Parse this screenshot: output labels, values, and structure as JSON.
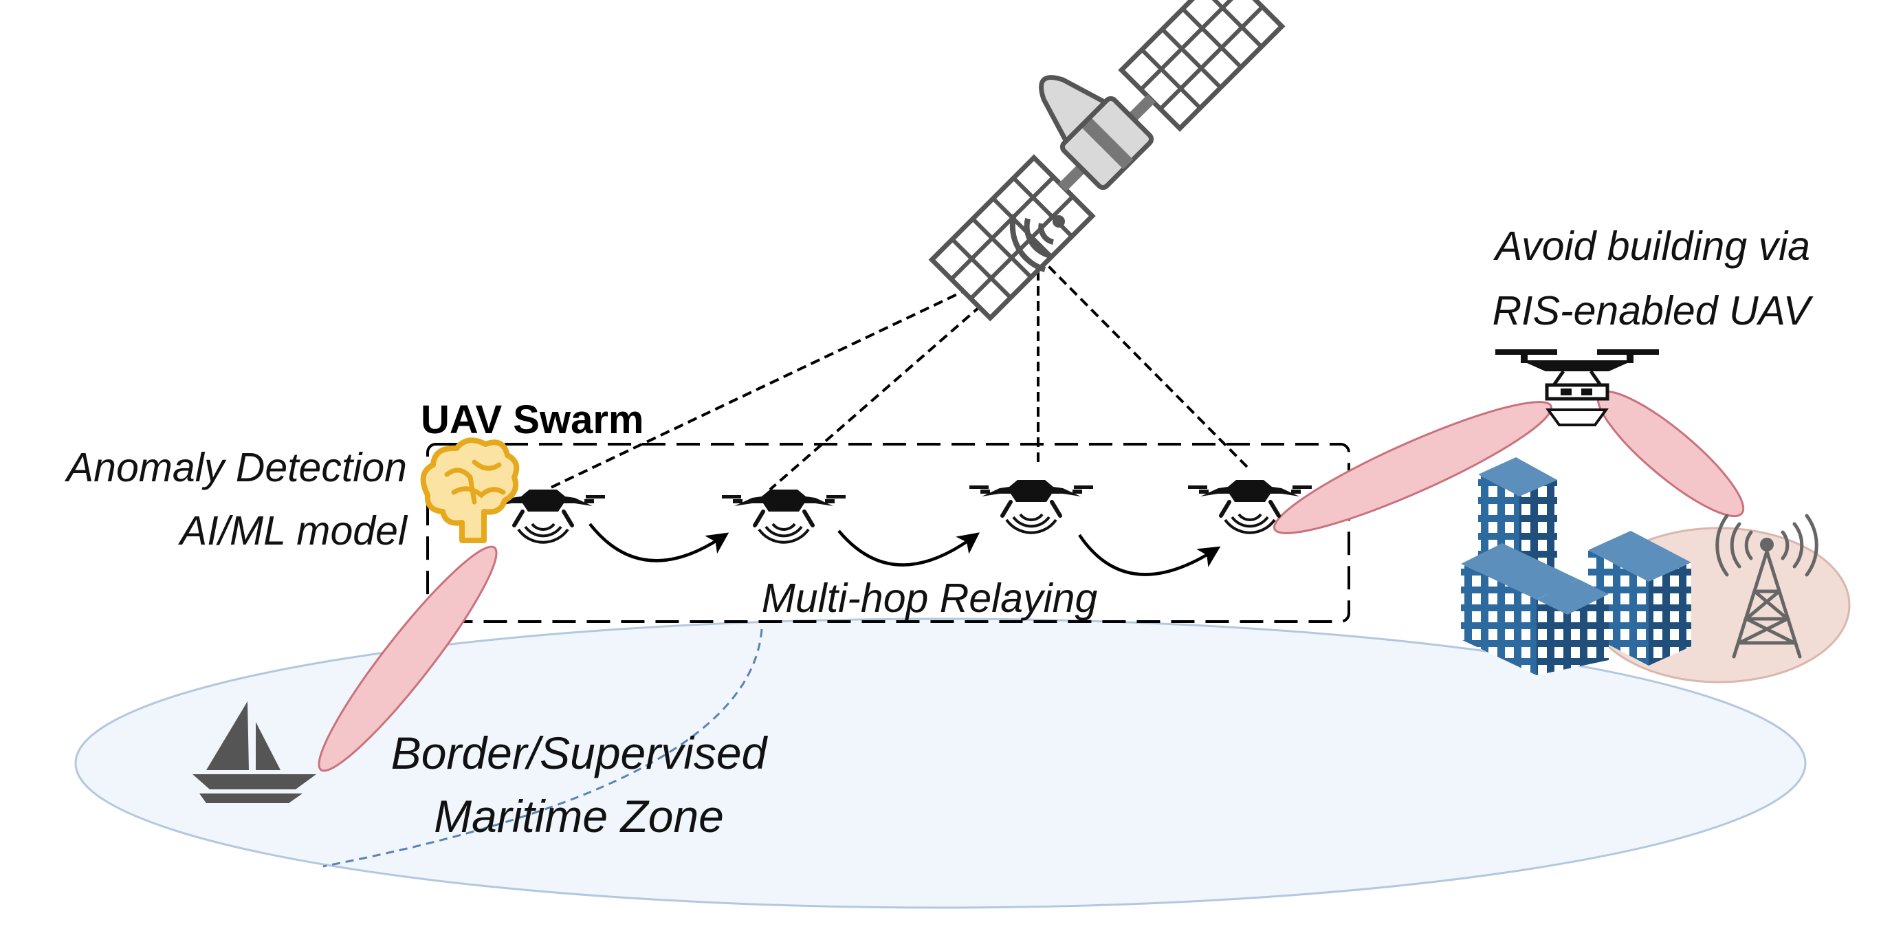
{
  "labels": {
    "uav_swarm": "UAV Swarm",
    "anomaly_line1": "Anomaly Detection",
    "anomaly_line2": "AI/ML model",
    "relaying": "Multi-hop Relaying",
    "zone_line1": "Border/Supervised",
    "zone_line2": "Maritime Zone",
    "ris_line1": "Avoid building via",
    "ris_line2": "RIS-enabled UAV"
  },
  "icons": [
    "satellite-icon",
    "uav-drone-icon",
    "brain-icon",
    "ship-icon",
    "building-icon",
    "cell-tower-icon",
    "ris-uav-icon"
  ],
  "colors": {
    "beam_fill": "#f4c6c9",
    "beam_stroke": "#c9727c",
    "zone_fill": "#f1f6fd",
    "zone_stroke": "#b3c8df",
    "building": "#2d6a9f",
    "brain": "#e6a91e",
    "tower_area": "#f1ddd6"
  }
}
